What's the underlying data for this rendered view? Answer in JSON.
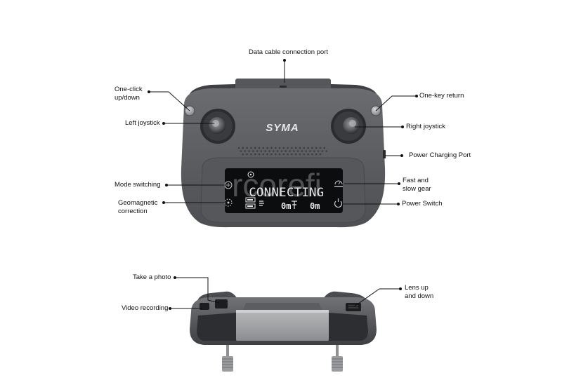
{
  "callouts": {
    "data_cable_port": "Data cable connection port",
    "one_click_updown": "One-click\nup/down",
    "one_key_return": "One-key return",
    "left_joystick": "Left joystick",
    "right_joystick": "Right joystick",
    "power_charging_port": "Power Charging Port",
    "mode_switching": "Mode switching",
    "fast_slow_gear": "Fast and\nslow gear",
    "geomagnetic_correction": "Geomagnetic\ncorrection",
    "power_switch": "Power Switch",
    "take_photo": "Take a photo",
    "video_recording": "Video recording",
    "lens_updown": "Lens up\nand down"
  },
  "device": {
    "brand": "SYMA",
    "screen_status": "CONNECTING",
    "altitude_readout": "0m",
    "distance_readout": "0m"
  },
  "watermark": "rcorefi",
  "icons": {
    "mode_switch": "mode-switch-icon",
    "geomagnetic": "compass-calibration-icon",
    "gear": "speedometer-icon",
    "power": "power-icon",
    "battery": "battery-icon",
    "signal": "signal-icon"
  },
  "colors": {
    "body": "#5b5d60",
    "body_dark": "#3a3c3f",
    "screen": "#0c0d0f",
    "lcd_text": "#e8e8e8",
    "leader": "#111111"
  }
}
